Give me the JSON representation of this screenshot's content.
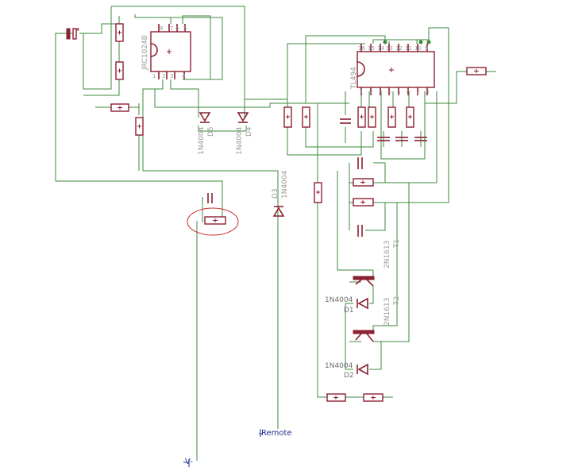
{
  "components": {
    "jrc_ic": "JRC1024B",
    "tl494_ic": "TL494",
    "d1_name": "D1",
    "d1_value": "1N4004",
    "d2_name": "D2",
    "d2_value": "1N4004",
    "d3_name": "D3",
    "d3_value": "1N4004",
    "d4_name": "D4",
    "d4_value": "1N4004",
    "d5_name": "D5",
    "d5_value": "1N4004",
    "t1_name": "T1",
    "t1_value": "2N1613",
    "t2_name": "T2",
    "t2_value": "2N1613"
  },
  "nets": {
    "remote": "Remote",
    "vminus": "V-"
  },
  "pins": {
    "jrc_top": [
      "8",
      "7",
      "6",
      "5"
    ],
    "jrc_bottom": [
      "1",
      "2",
      "3",
      "4"
    ],
    "tl494_top": [
      "16",
      "15",
      "14",
      "13",
      "12",
      "11",
      "10",
      "9"
    ],
    "tl494_bottom": [
      "1",
      "2",
      "3",
      "4",
      "5",
      "6",
      "7",
      "8"
    ]
  },
  "colors": {
    "wire": "#3c8a3c",
    "part": "#8b2030",
    "net_label": "#1e2e8c",
    "highlight": "#cc2a2a"
  }
}
